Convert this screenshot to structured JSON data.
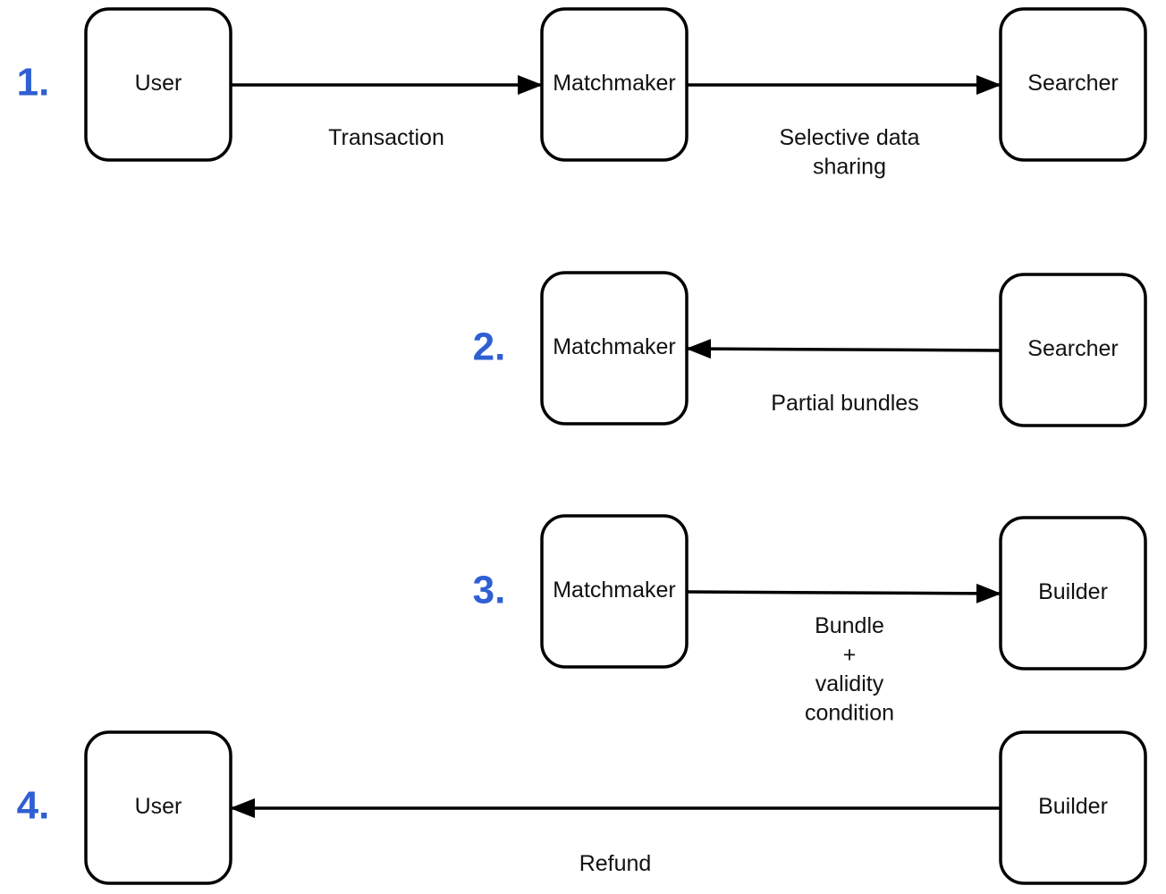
{
  "colors": {
    "step_number": "#2f5fd3",
    "stroke": "#000000",
    "text": "#111111"
  },
  "steps": [
    {
      "number": "1.",
      "nodes": [
        {
          "id": "user",
          "label": "User"
        },
        {
          "id": "matchmaker",
          "label": "Matchmaker"
        },
        {
          "id": "searcher",
          "label": "Searcher"
        }
      ],
      "edges": [
        {
          "from": "user",
          "to": "matchmaker",
          "label": [
            "Transaction"
          ]
        },
        {
          "from": "matchmaker",
          "to": "searcher",
          "label": [
            "Selective data",
            "sharing"
          ]
        }
      ]
    },
    {
      "number": "2.",
      "nodes": [
        {
          "id": "matchmaker",
          "label": "Matchmaker"
        },
        {
          "id": "searcher",
          "label": "Searcher"
        }
      ],
      "edges": [
        {
          "from": "searcher",
          "to": "matchmaker",
          "label": [
            "Partial bundles"
          ]
        }
      ]
    },
    {
      "number": "3.",
      "nodes": [
        {
          "id": "matchmaker",
          "label": "Matchmaker"
        },
        {
          "id": "builder",
          "label": "Builder"
        }
      ],
      "edges": [
        {
          "from": "matchmaker",
          "to": "builder",
          "label": [
            "Bundle",
            "+",
            "validity",
            "condition"
          ]
        }
      ]
    },
    {
      "number": "4.",
      "nodes": [
        {
          "id": "user",
          "label": "User"
        },
        {
          "id": "builder",
          "label": "Builder"
        }
      ],
      "edges": [
        {
          "from": "builder",
          "to": "user",
          "label": [
            "Refund"
          ]
        }
      ]
    }
  ]
}
